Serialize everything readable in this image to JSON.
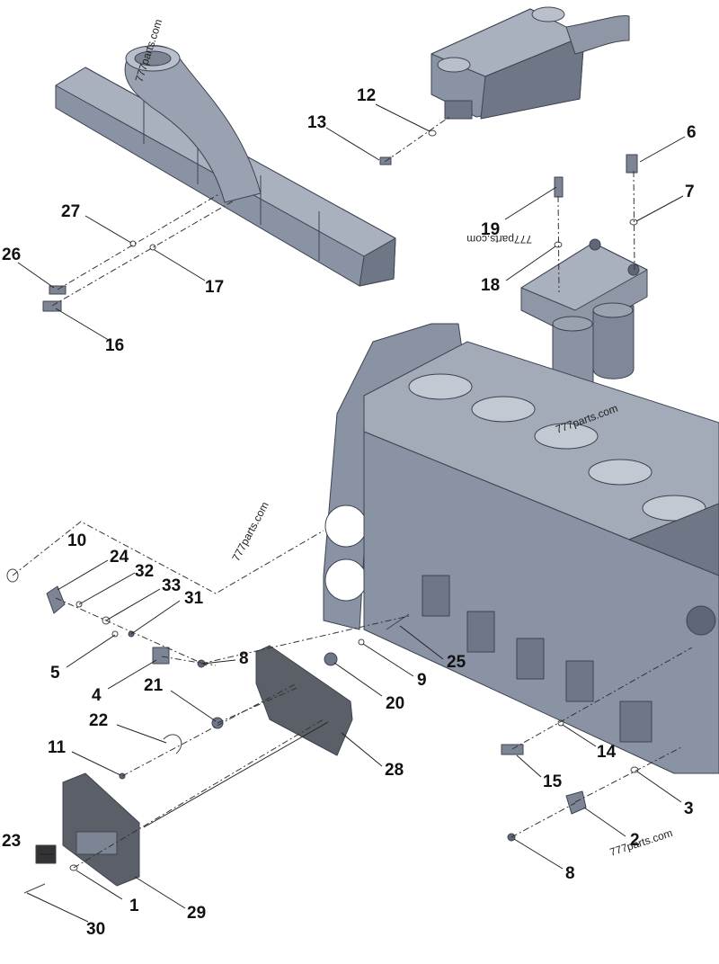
{
  "colors": {
    "part_fill": "#8a93a3",
    "part_light": "#a9b1bf",
    "part_dark": "#5f6777",
    "ecm_fill": "#5b5f68",
    "line": "#222222",
    "background": "#ffffff"
  },
  "watermarks": [
    "777parts.com",
    "777parts.com",
    "777parts.com",
    "777parts.com",
    "777parts.com"
  ],
  "callouts": {
    "c1": "1",
    "c2": "2",
    "c3": "3",
    "c4": "4",
    "c5": "5",
    "c6": "6",
    "c7": "7",
    "c8a": "8",
    "c8b": "8",
    "c9": "9",
    "c10": "10",
    "c11": "11",
    "c12": "12",
    "c13": "13",
    "c14": "14",
    "c15": "15",
    "c16": "16",
    "c17": "17",
    "c18": "18",
    "c19": "19",
    "c20": "20",
    "c21": "21",
    "c22": "22",
    "c23": "23",
    "c24": "24",
    "c25": "25",
    "c26": "26",
    "c27": "27",
    "c28": "28",
    "c29": "29",
    "c30": "30",
    "c31": "31",
    "c32": "32",
    "c33": "33"
  }
}
